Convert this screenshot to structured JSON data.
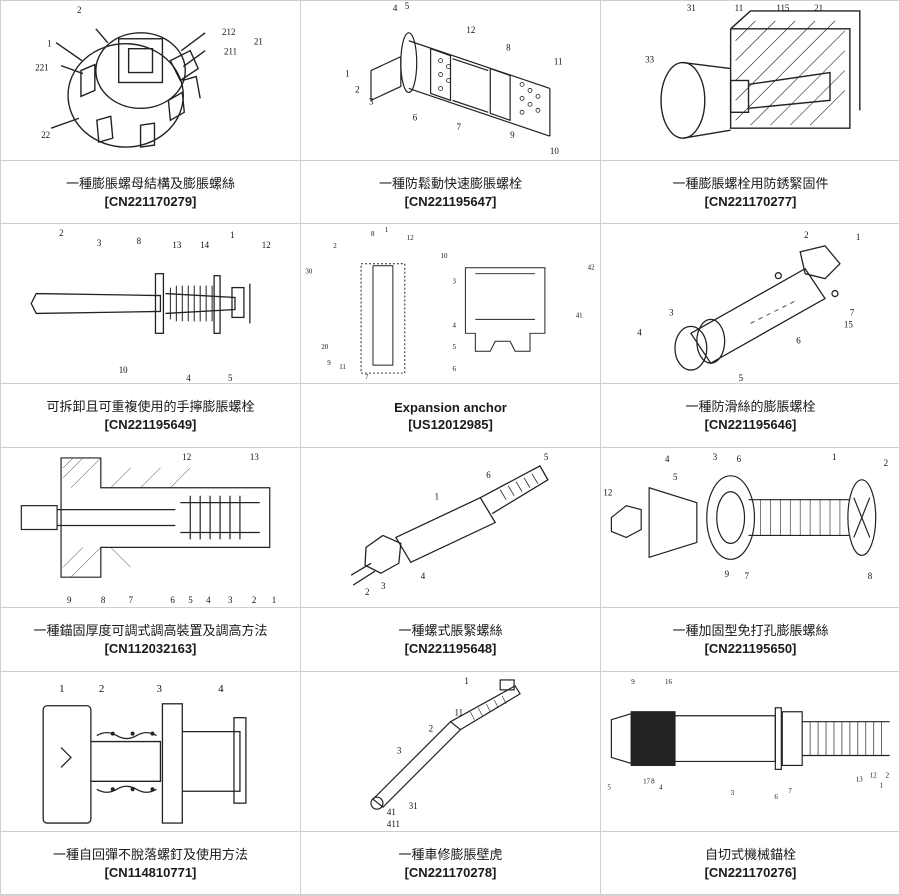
{
  "items": [
    {
      "title": "一種膨脹螺母結構及膨脹螺絲",
      "code": "[CN221170279]",
      "labels": [
        "2",
        "1",
        "221",
        "22",
        "212",
        "211",
        "21"
      ]
    },
    {
      "title": "一種防鬆動快速膨脹螺栓",
      "code": "[CN221195647]",
      "labels": [
        "4",
        "5",
        "12",
        "8",
        "11",
        "1",
        "2",
        "3",
        "6",
        "7",
        "9",
        "10"
      ]
    },
    {
      "title": "一種膨脹螺栓用防銹緊固件",
      "code": "[CN221170277]",
      "labels": [
        "31",
        "11",
        "115",
        "21",
        "33"
      ]
    },
    {
      "title": "可拆卸且可重複使用的手擰膨脹螺栓",
      "code": "[CN221195649]",
      "labels": [
        "2",
        "3",
        "8",
        "13",
        "14",
        "1",
        "12",
        "10",
        "4",
        "5"
      ]
    },
    {
      "title": "Expansion anchor",
      "code": "[US12012985]",
      "labels": [
        "2",
        "8",
        "1",
        "12",
        "10",
        "30",
        "3",
        "4",
        "5",
        "6",
        "20",
        "9",
        "11",
        "7",
        "42",
        "41"
      ]
    },
    {
      "title": "一種防滑絲的膨脹螺栓",
      "code": "[CN221195646]",
      "labels": [
        "2",
        "1",
        "3",
        "4",
        "5",
        "6",
        "7",
        "15"
      ]
    },
    {
      "title": "一種錨固厚度可調式調高裝置及調高方法",
      "code": "[CN112032163]",
      "labels": [
        "12",
        "13",
        "9",
        "8",
        "7",
        "6",
        "5",
        "4",
        "3",
        "2",
        "1"
      ]
    },
    {
      "title": "一種螺式脹緊螺絲",
      "code": "[CN221195648]",
      "labels": [
        "5",
        "6",
        "1",
        "2",
        "3",
        "4"
      ]
    },
    {
      "title": "一種加固型免打孔膨脹螺絲",
      "code": "[CN221195650]",
      "labels": [
        "4",
        "3",
        "6",
        "1",
        "2",
        "12",
        "5",
        "9",
        "7",
        "8"
      ]
    },
    {
      "title": "一種自回彈不脫落螺釘及使用方法",
      "code": "[CN114810771]",
      "labels": [
        "1",
        "2",
        "3",
        "4"
      ]
    },
    {
      "title": "一種車修膨脹壁虎",
      "code": "[CN221170278]",
      "labels": [
        "1",
        "11",
        "2",
        "3",
        "41",
        "411",
        "31"
      ]
    },
    {
      "title": "自切式機械錨栓",
      "code": "[CN221170276]",
      "labels": [
        "9",
        "16",
        "5",
        "17",
        "8",
        "4",
        "6",
        "7",
        "3",
        "13",
        "12",
        "1",
        "2"
      ]
    }
  ],
  "colors": {
    "border": "#cfcfcf",
    "text": "#1a1a1a",
    "line": "#222222"
  }
}
